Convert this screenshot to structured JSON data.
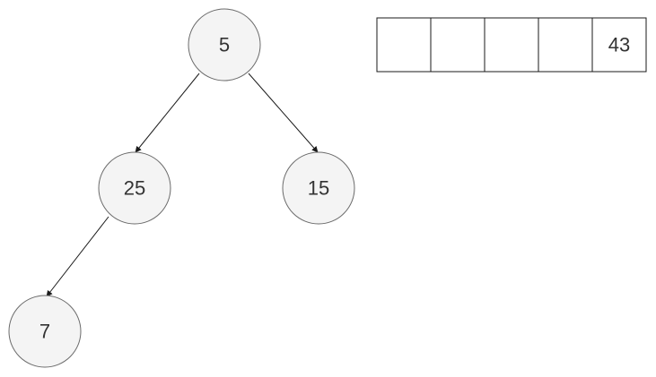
{
  "tree": {
    "nodes": [
      {
        "id": "root",
        "label": "5"
      },
      {
        "id": "left",
        "label": "25"
      },
      {
        "id": "right",
        "label": "15"
      },
      {
        "id": "left-left",
        "label": "7"
      }
    ],
    "edges": [
      {
        "from": "root",
        "to": "left"
      },
      {
        "from": "root",
        "to": "right"
      },
      {
        "from": "left",
        "to": "left-left"
      }
    ]
  },
  "array": {
    "cells": [
      "",
      "",
      "",
      "",
      "43"
    ]
  },
  "colors": {
    "node_fill": "#f4f4f4",
    "node_stroke": "#6b6b6b",
    "line": "#1a1a1a",
    "text": "#333333"
  }
}
